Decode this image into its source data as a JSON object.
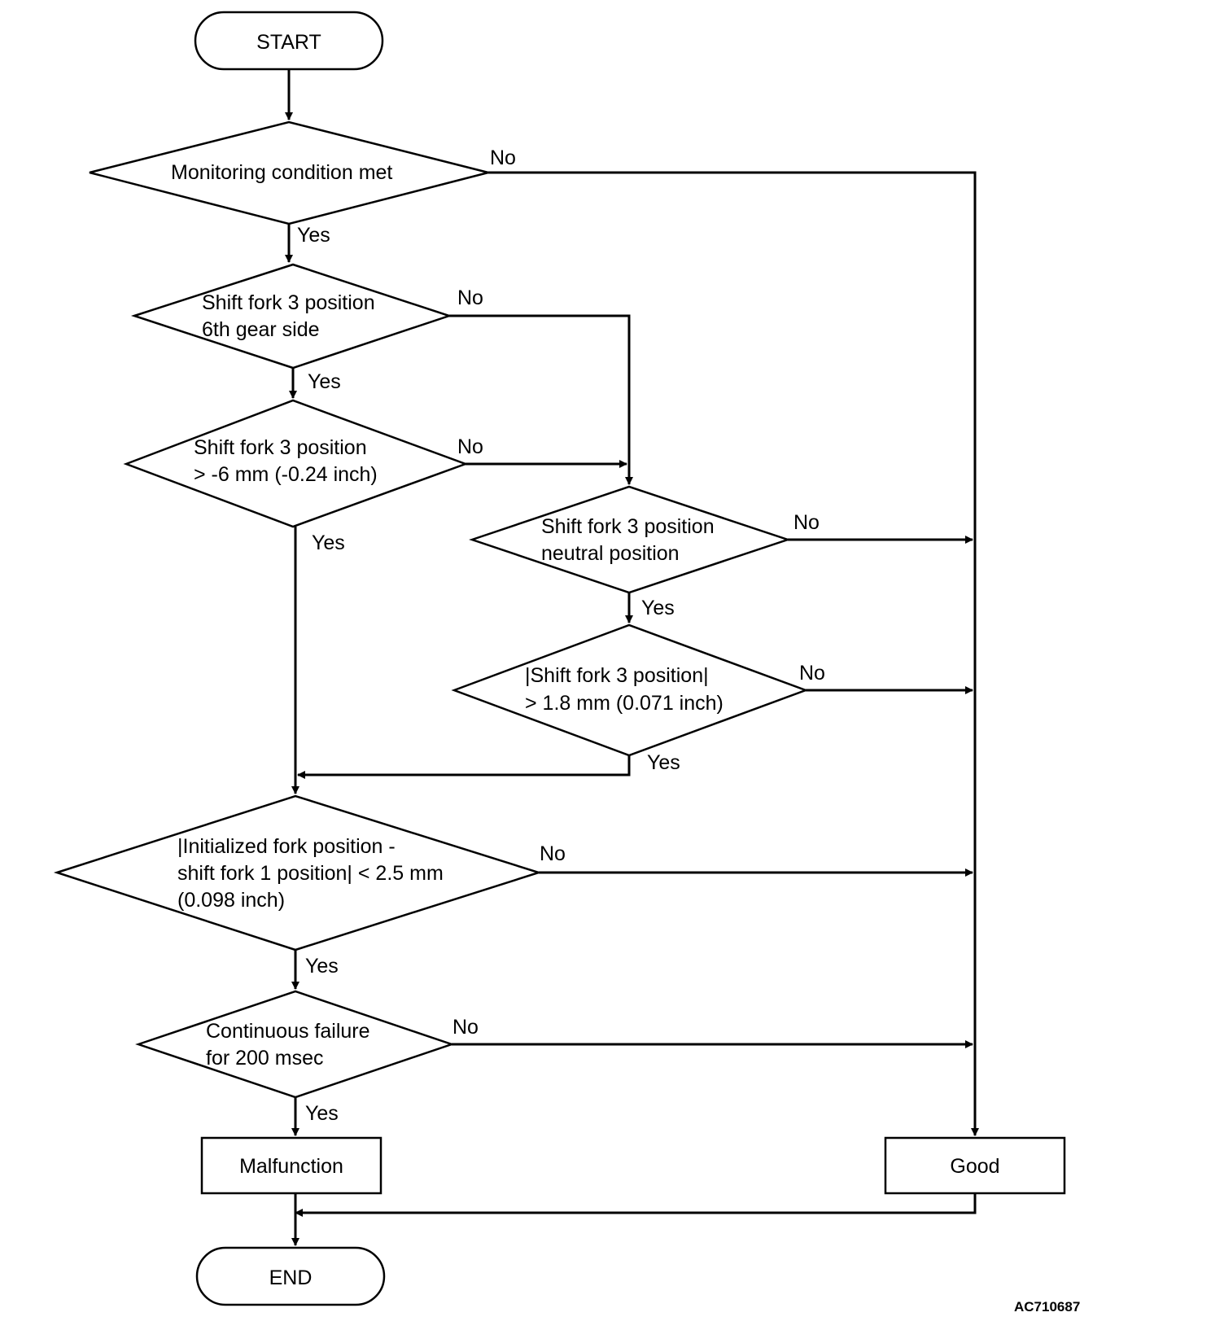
{
  "nodes": {
    "start": "START",
    "d1": [
      "Monitoring condition met"
    ],
    "d2": [
      "Shift fork 3 position",
      "6th gear side"
    ],
    "d3": [
      "Shift fork 3 position",
      "> -6 mm (-0.24 inch)"
    ],
    "d4": [
      "Shift fork 3 position",
      "neutral position"
    ],
    "d5": [
      "|Shift fork 3 position|",
      "> 1.8 mm (0.071 inch)"
    ],
    "d6": [
      "|Initialized fork position -",
      "shift fork 1 position| < 2.5 mm",
      "(0.098 inch)"
    ],
    "d7": [
      "Continuous failure",
      "for 200 msec"
    ],
    "malfunction": "Malfunction",
    "good": "Good",
    "end": "END"
  },
  "labels": {
    "yes": "Yes",
    "no": "No"
  },
  "figure_code": "AC710687",
  "colors": {
    "line": "#000000",
    "background": "#ffffff"
  }
}
